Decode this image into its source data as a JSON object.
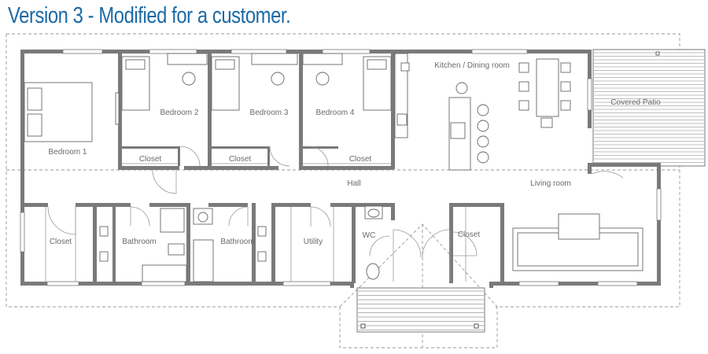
{
  "header": {
    "title": "Version 3 - Modified for a customer."
  },
  "rooms": {
    "bedroom1": "Bedroom 1",
    "bedroom2": "Bedroom 2",
    "bedroom3": "Bedroom 3",
    "bedroom4": "Bedroom 4",
    "kitchen": "Kitchen / Dining room",
    "patio": "Covered Patio",
    "closet_b2": "Closet",
    "closet_b3": "Closet",
    "closet_b4": "Closet",
    "hall": "Hall",
    "living": "Living room",
    "closet_left": "Closet",
    "bathroom1": "Bathroom",
    "bathroom2": "Bathroom",
    "utility": "Utility",
    "wc": "WC",
    "closet_entry": "Closet"
  },
  "colors": {
    "title": "#1a6aa6",
    "walls": "#7a7a7a",
    "labels": "#6a6a6a"
  }
}
